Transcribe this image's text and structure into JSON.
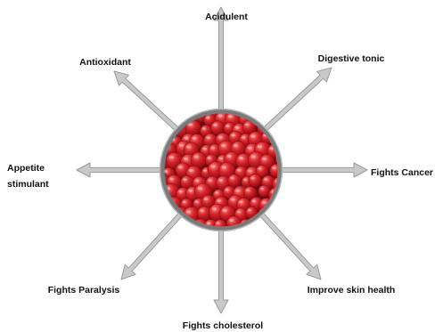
{
  "colors": {
    "arrow_fill": "#c9c9c9",
    "arrow_stroke": "#9a9a9a",
    "ring": "#7a7a7a",
    "berry": "#d8242b",
    "berry_dark": "#8e0f14",
    "berry_highlight": "#ffb3b3",
    "text": "#111111"
  },
  "center_image": {
    "subject": "red berries",
    "icon": "berries-photo"
  },
  "labels": {
    "top": "Acidulent",
    "top_right": "Digestive tonic",
    "right": "Fights Cancer",
    "bottom_right": "Improve skin health",
    "bottom": "Fights cholesterol",
    "bottom_left": "Fights Paralysis",
    "left_line1": "Appetite",
    "left_line2": "stimulant",
    "top_left": "Antioxidant"
  }
}
